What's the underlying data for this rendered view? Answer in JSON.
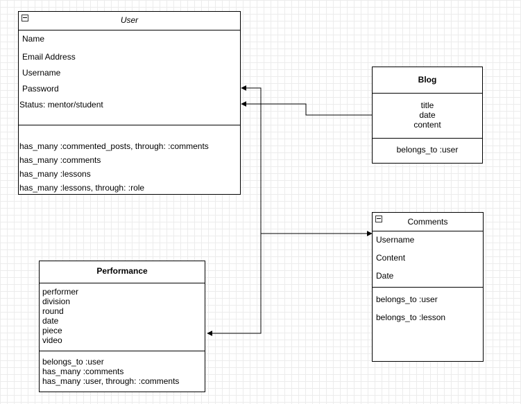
{
  "user": {
    "title": "User",
    "attributes": [
      "Name",
      "Email Address",
      "Username",
      "Password",
      "Status: mentor/student"
    ],
    "methods": [
      "has_many :commented_posts, through: :comments",
      "has_many :comments",
      "has_many :lessons",
      "has_many :lessons, through: :role"
    ]
  },
  "blog": {
    "title": "Blog",
    "attributes": [
      "title",
      "date",
      "content"
    ],
    "methods": [
      "belongs_to :user"
    ]
  },
  "comments": {
    "title": "Comments",
    "attributes": [
      "Username",
      "Content",
      "Date"
    ],
    "methods": [
      "belongs_to :user",
      "belongs_to :lesson"
    ]
  },
  "performance": {
    "title": "Performance",
    "attributes": [
      "performer",
      "division",
      "round",
      "date",
      "piece",
      "video"
    ],
    "methods": [
      "belongs_to :user",
      "has_many :comments",
      "has_many :user, through: :comments"
    ]
  }
}
